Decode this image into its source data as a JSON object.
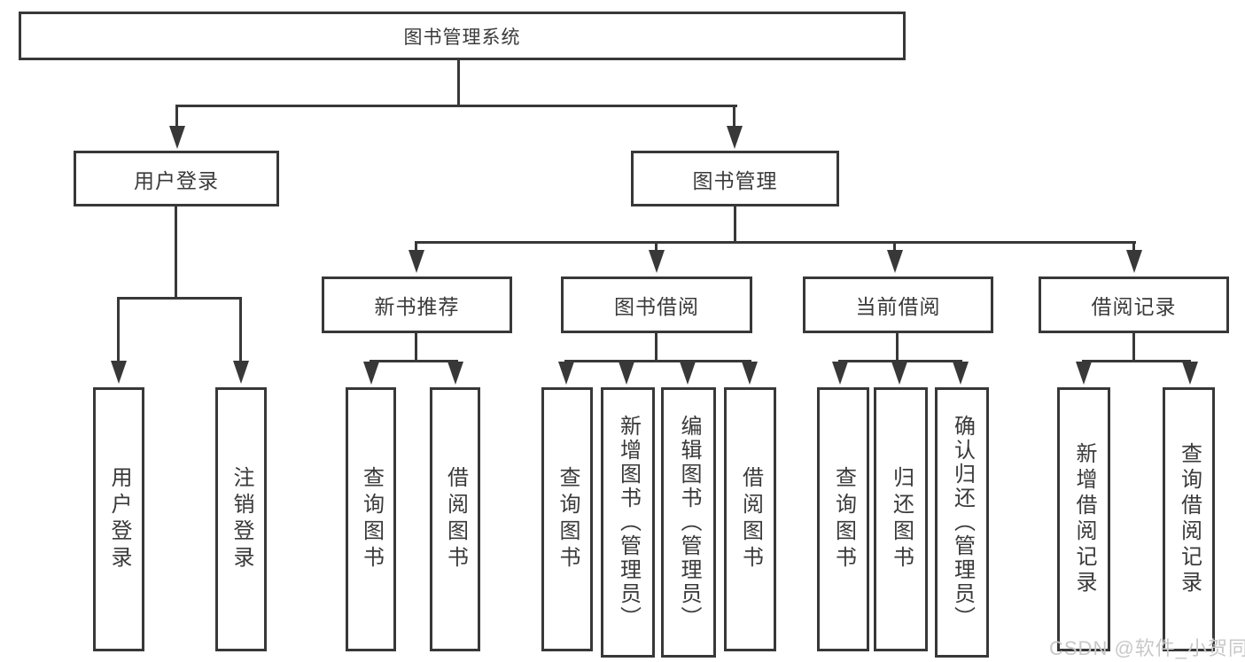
{
  "diagram_type": "hierarchy-tree",
  "colors": {
    "line": "#383838",
    "box_border": "#383838",
    "box_fill": "#ffffff",
    "text": "#3a3a3a",
    "watermark": "#c8c8c8"
  },
  "nodes": {
    "root": "图书管理系统",
    "userLogin": "用户登录",
    "bookMgmt": "图书管理",
    "newBooks": "新书推荐",
    "bookBorrow": "图书借阅",
    "currentBorrow": "当前借阅",
    "borrowRecords": "借阅记录",
    "leafUserLogin": "用户登录",
    "leafLogout": "注销登录",
    "nbQuery": "查询图书",
    "nbBorrow": "借阅图书",
    "bbQuery": "查询图书",
    "bbAdd": "新增图书（管理员）",
    "bbEdit": "编辑图书（管理员）",
    "bbBorrow": "借阅图书",
    "cbQuery": "查询图书",
    "cbReturn": "归还图书",
    "cbConfirm": "确认归还（管理员）",
    "brAdd": "新增借阅记录",
    "brQuery": "查询借阅记录"
  },
  "structure": {
    "root": "图书管理系统",
    "children": [
      {
        "label": "用户登录",
        "children": [
          "用户登录",
          "注销登录"
        ]
      },
      {
        "label": "图书管理",
        "children": [
          {
            "label": "新书推荐",
            "children": [
              "查询图书",
              "借阅图书"
            ]
          },
          {
            "label": "图书借阅",
            "children": [
              "查询图书",
              "新增图书（管理员）",
              "编辑图书（管理员）",
              "借阅图书"
            ]
          },
          {
            "label": "当前借阅",
            "children": [
              "查询图书",
              "归还图书",
              "确认归还（管理员）"
            ]
          },
          {
            "label": "借阅记录",
            "children": [
              "新增借阅记录",
              "查询借阅记录"
            ]
          }
        ]
      }
    ]
  },
  "watermark": {
    "text": "CSDN @软件_小贺同学"
  }
}
